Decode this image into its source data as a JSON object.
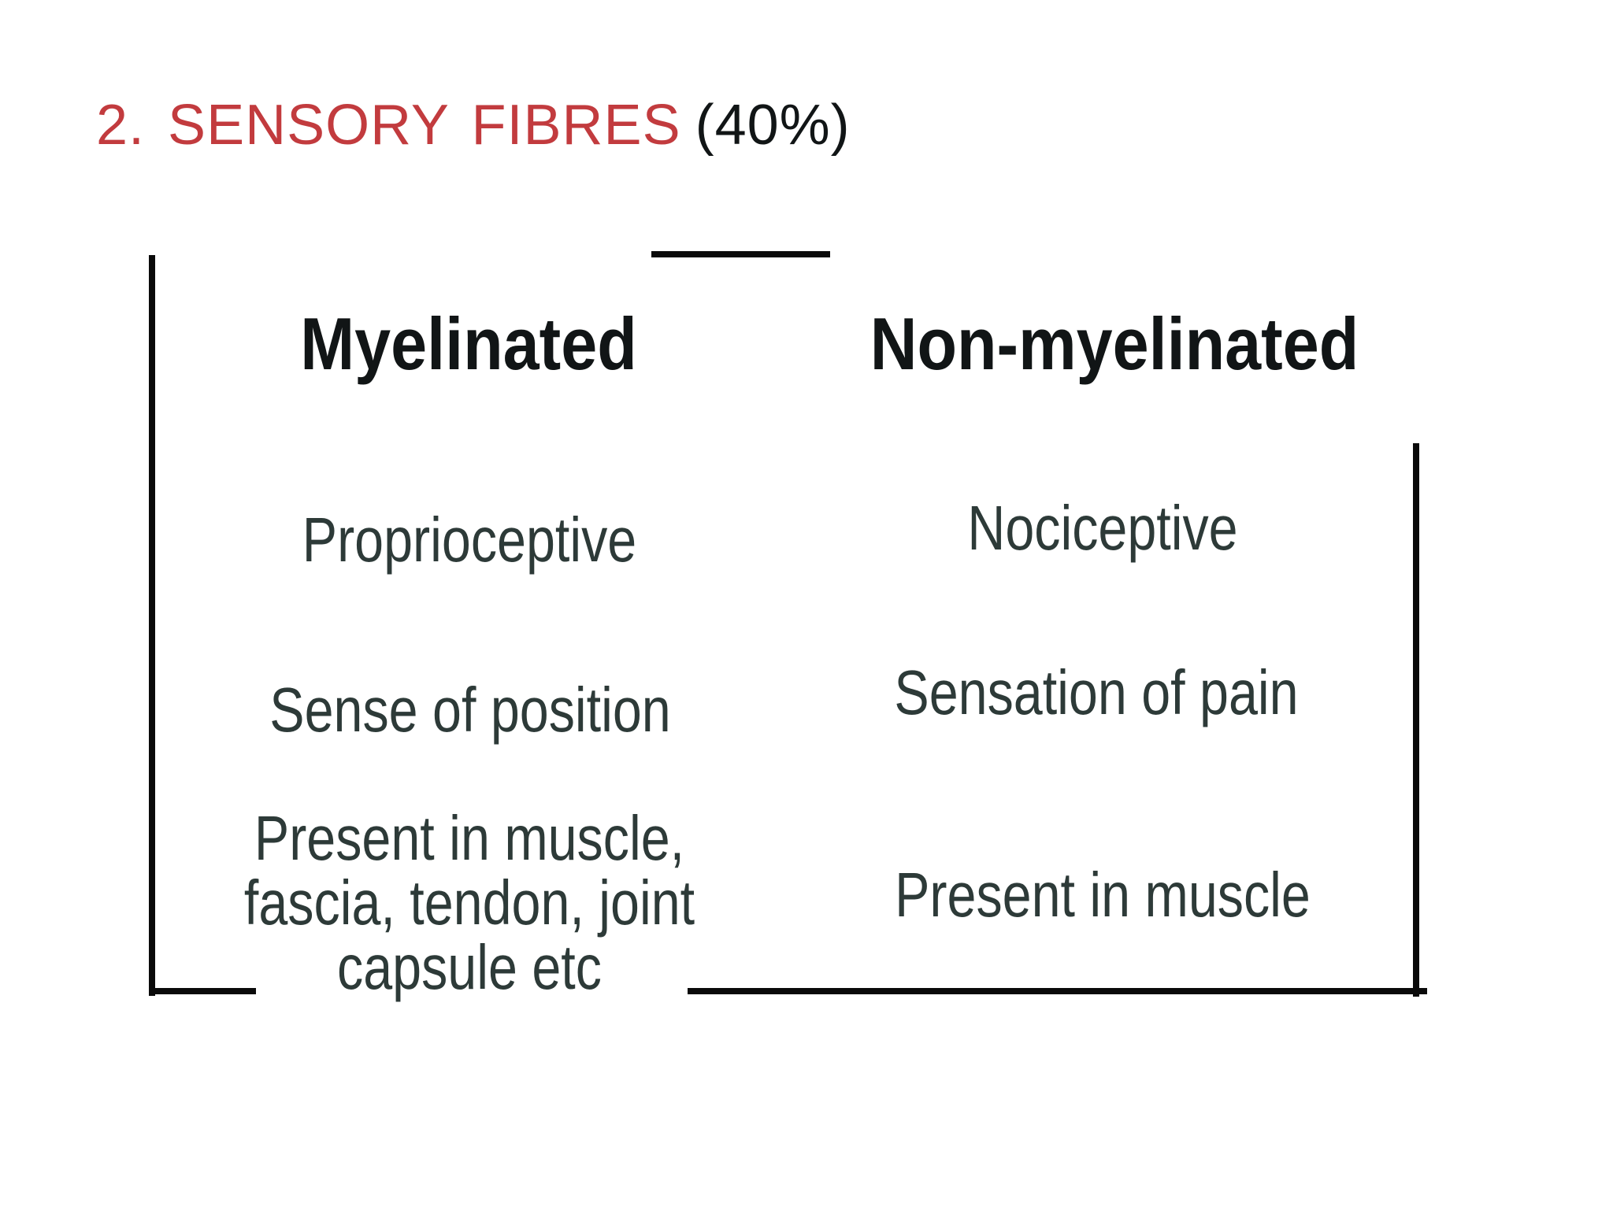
{
  "title": {
    "red_part": "2. SENSORY FIBRES",
    "suffix": "(40%)"
  },
  "table": {
    "columns": [
      {
        "header": "Myelinated",
        "rows": [
          "Proprioceptive",
          "Sense of position",
          "Present in muscle,\nfascia, tendon, joint\ncapsule etc"
        ]
      },
      {
        "header": "Non-myelinated",
        "rows": [
          "Nociceptive",
          "Sensation of pain",
          "Present in muscle"
        ]
      }
    ]
  },
  "colors": {
    "title_red": "#c23b3e",
    "heading": "#111516",
    "body": "#2d3a38",
    "line": "#0a0a0a",
    "background": "#ffffff"
  }
}
